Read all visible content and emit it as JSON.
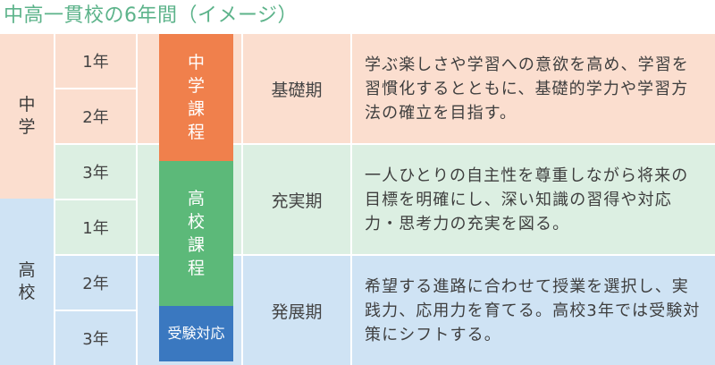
{
  "title": "中高一貫校の6年間（イメージ）",
  "schools": {
    "junior": [
      "中",
      "学"
    ],
    "senior": [
      "高",
      "校"
    ]
  },
  "grades": [
    "1年",
    "2年",
    "3年",
    "1年",
    "2年",
    "3年"
  ],
  "courses": {
    "junior": [
      "中",
      "学",
      "課",
      "程"
    ],
    "senior": [
      "高",
      "校",
      "課",
      "程"
    ],
    "exam": "受験対応"
  },
  "periods": {
    "foundation": {
      "name": "基礎期",
      "desc": "学ぶ楽しさや学習への意欲を高め、学習を習慣化するとともに、基礎的学力や学習方法の確立を目指す。"
    },
    "enrichment": {
      "name": "充実期",
      "desc": "一人ひとりの自主性を尊重しながら将来の目標を明確にし、深い知識の習得や対応力・思考力の充実を図る。"
    },
    "development": {
      "name": "発展期",
      "desc": "希望する進路に合わせて授業を選択し、実践力、応用力を育てる。高校3年では受験対策にシフトする。"
    }
  },
  "colors": {
    "title": "#5cb38a",
    "junior_bg": "#fbdecf",
    "middle_bg": "#dcefe2",
    "senior_bg": "#cfe3f4",
    "junior_course": "#f0804c",
    "senior_course": "#5cb979",
    "exam_course": "#3a78c0"
  }
}
